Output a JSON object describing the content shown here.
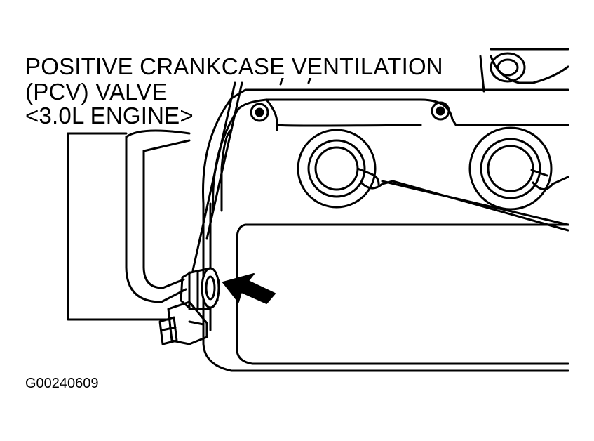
{
  "callout": {
    "line1": "POSITIVE CRANKCASE VENTILATION",
    "line2": "(PCV) VALVE",
    "line3": "<3.0L ENGINE>"
  },
  "figure_code": "G00240609",
  "colors": {
    "ink": "#000000",
    "paper": "#ffffff"
  }
}
